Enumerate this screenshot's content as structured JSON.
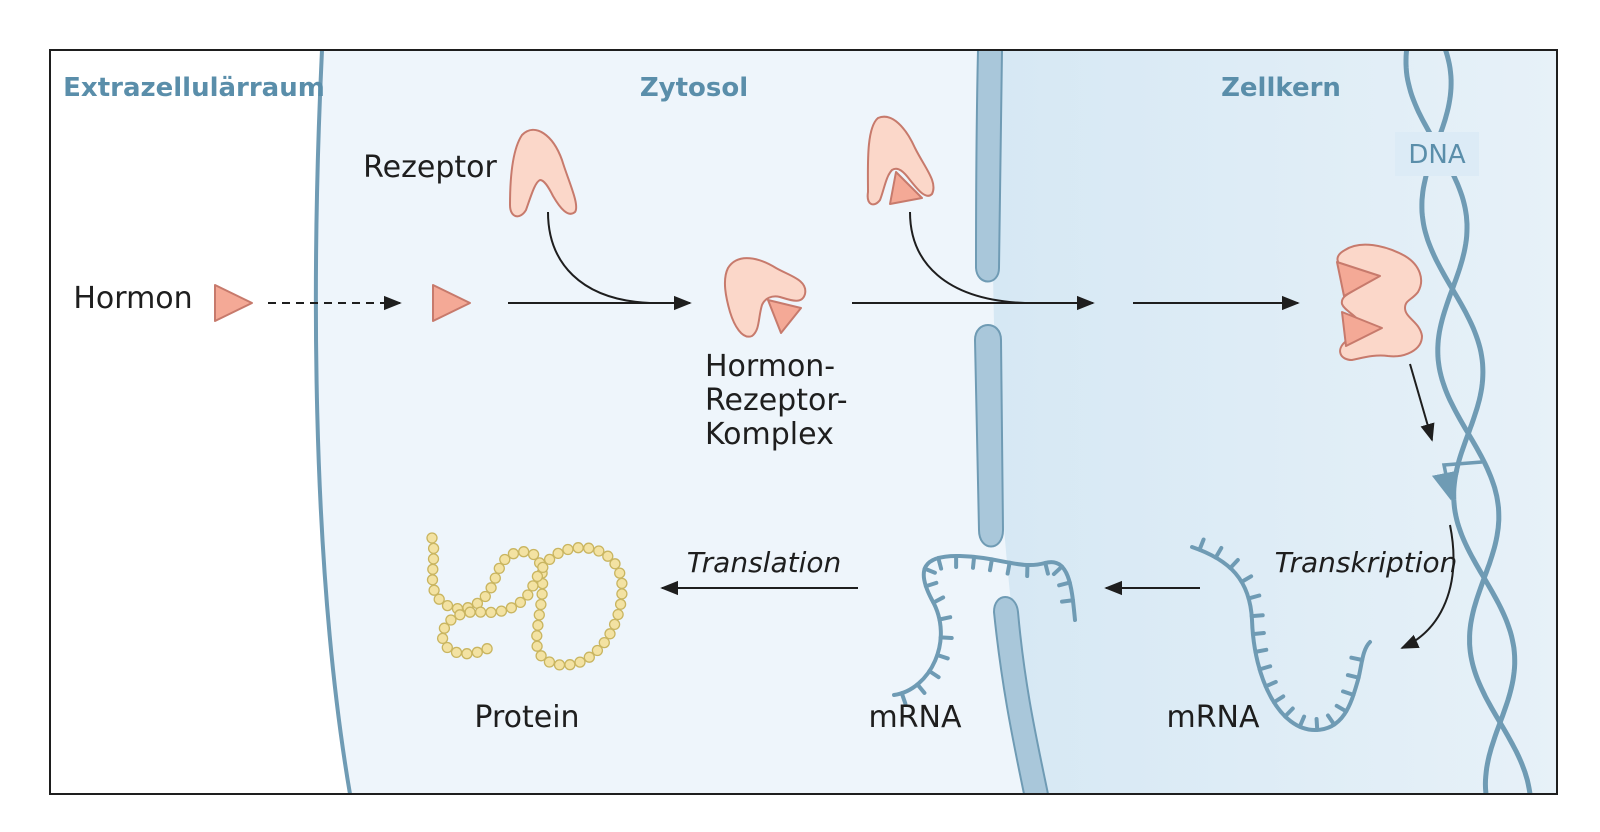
{
  "regions": {
    "extracellular": "Extrazellulärraum",
    "cytosol": "Zytosol",
    "nucleus": "Zellkern"
  },
  "labels": {
    "hormone": "Hormon",
    "receptor": "Rezeptor",
    "complex_line1": "Hormon-",
    "complex_line2": "Rezeptor-",
    "complex_line3": "Komplex",
    "dna": "DNA",
    "transcription": "Transkription",
    "translation": "Translation",
    "mrna_nucleus": "mRNA",
    "mrna_cytosol": "mRNA",
    "protein": "Protein"
  },
  "colors": {
    "cytosol": "#eef5fb",
    "nucleus": "#dcebf6",
    "membrane": "#6f9bb4",
    "nuclear_envelope": "#a9c7da",
    "protein_fill": "#fbd7c9",
    "protein_stroke": "#c77a6c",
    "hormone_fill": "#f4a996",
    "dna": "#6f9bb4",
    "bead_fill": "#f3e2a2",
    "bead_stroke": "#c9b560",
    "region_text": "#5a8eaa"
  }
}
